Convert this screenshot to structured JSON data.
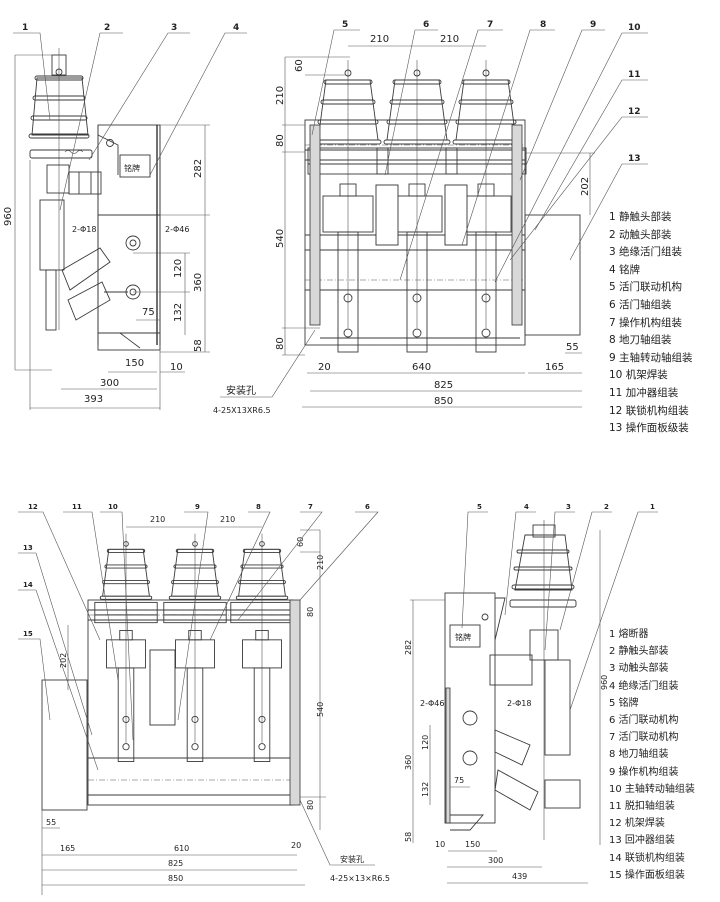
{
  "drawing_top": {
    "side_view": {
      "callouts": [
        "1",
        "2",
        "3",
        "4"
      ],
      "nameplate": "铭牌",
      "dims": {
        "height_total": "960",
        "panel_h": "282",
        "hole_small": "2-Φ18",
        "hole_large": "2-Φ46",
        "v120": "120",
        "v360": "360",
        "v132": "132",
        "h75": "75",
        "v58": "58",
        "w150": "150",
        "w10": "10",
        "w300": "300",
        "w393": "393"
      }
    },
    "front_view": {
      "callouts": [
        "5",
        "6",
        "7",
        "8",
        "9",
        "10",
        "11",
        "12",
        "13"
      ],
      "dims": {
        "pitch1": "210",
        "pitch2": "210",
        "top60": "60",
        "h210": "210",
        "h80": "80",
        "h540": "540",
        "h80b": "80",
        "h202": "202",
        "w20": "20",
        "w640": "640",
        "w165": "165",
        "w55": "55",
        "w825": "825",
        "w850": "850"
      },
      "mount_hole_label": "安装孔",
      "mount_hole_spec": "4-25X13XR6.5"
    },
    "legend": [
      "1 静触头部装",
      "2 动触头部装",
      "3 绝缘活门组装",
      "4 铭牌",
      "5 活门联动机构",
      "6 活门轴组装",
      "7 操作机构组装",
      "8 地刀轴组装",
      "9 主轴转动轴组装",
      "10 机架焊装",
      "11 加冲器组装",
      "12 联锁机构组装",
      "13 操作面板级装"
    ]
  },
  "drawing_bottom": {
    "front_view": {
      "callouts": [
        "12",
        "11",
        "10",
        "9",
        "8",
        "7",
        "6",
        "13",
        "14",
        "15"
      ],
      "dims": {
        "pitch1": "210",
        "pitch2": "210",
        "top60": "60",
        "h210": "210",
        "h80": "80",
        "h540": "540",
        "h80b": "80",
        "h202": "202",
        "w55": "55",
        "w165": "165",
        "w610": "610",
        "w20": "20",
        "w825": "825",
        "w850": "850"
      },
      "mount_hole_label": "安装孔",
      "mount_hole_spec": "4-25×13×R6.5"
    },
    "side_view": {
      "callouts": [
        "5",
        "4",
        "3",
        "2",
        "1"
      ],
      "nameplate": "铭牌",
      "dims": {
        "panel_h": "282",
        "height_total": "960",
        "hole_large": "2-Φ46",
        "hole_small": "2-Φ18",
        "v360": "360",
        "v120": "120",
        "v132": "132",
        "h75": "75",
        "v58": "58",
        "w10": "10",
        "w150": "150",
        "w300": "300",
        "w439": "439"
      }
    },
    "legend": [
      "1 熔断器",
      "2 静触头部装",
      "3 动触头部装",
      "4 绝缘活门组装",
      "5 铭牌",
      "6 活门联动机构",
      "7 活门联动机构",
      "8 地刀轴组装",
      "9 操作机构组装",
      "10 主轴转动轴组装",
      "11 脱扣轴组装",
      "12 机架焊装",
      "13 回冲器组装",
      "14 联锁机构组装",
      "15 操作面板组装"
    ]
  }
}
